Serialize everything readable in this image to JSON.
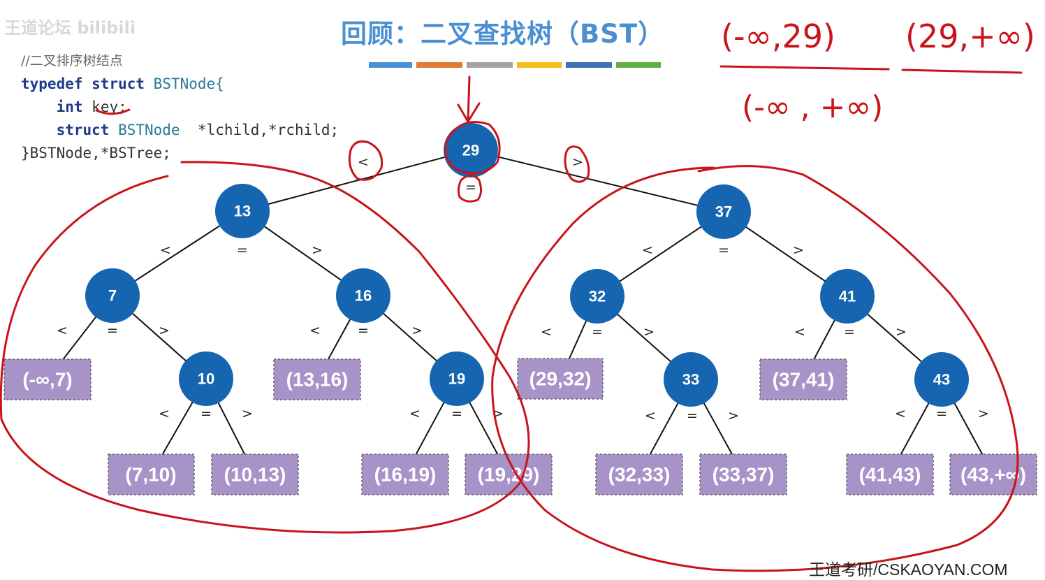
{
  "watermark": "王道论坛 bilibili",
  "title": "回顾：二叉查找树（BST）",
  "color_bars": [
    "#4a90d9",
    "#e07b2f",
    "#a3a3a3",
    "#f2be1a",
    "#3f6fb5",
    "#5fae45"
  ],
  "code": {
    "comment": "//二叉排序树结点",
    "line1_kw": "typedef struct",
    "line1_type": "BSTNode{",
    "line2_kw": "int",
    "line2_rest": "key;",
    "line3_kw": "struct",
    "line3_type": "BSTNode",
    "line3_rest": "*lchild,*rchild;",
    "line4": "}BSTNode,*BSTree;"
  },
  "tree": {
    "nodes": [
      {
        "id": "n29",
        "key": "29"
      },
      {
        "id": "n13",
        "key": "13"
      },
      {
        "id": "n37",
        "key": "37"
      },
      {
        "id": "n7",
        "key": "7"
      },
      {
        "id": "n16",
        "key": "16"
      },
      {
        "id": "n32",
        "key": "32"
      },
      {
        "id": "n41",
        "key": "41"
      },
      {
        "id": "n10",
        "key": "10"
      },
      {
        "id": "n19",
        "key": "19"
      },
      {
        "id": "n33",
        "key": "33"
      },
      {
        "id": "n43",
        "key": "43"
      }
    ],
    "leaves": [
      {
        "id": "l1",
        "label": "(-∞,7)"
      },
      {
        "id": "l2",
        "label": "(13,16)"
      },
      {
        "id": "l3",
        "label": "(29,32)"
      },
      {
        "id": "l4",
        "label": "(37,41)"
      },
      {
        "id": "l5",
        "label": "(7,10)"
      },
      {
        "id": "l6",
        "label": "(10,13)"
      },
      {
        "id": "l7",
        "label": "(16,19)"
      },
      {
        "id": "l8",
        "label": "(19,29)"
      },
      {
        "id": "l9",
        "label": "(32,33)"
      },
      {
        "id": "l10",
        "label": "(33,37)"
      },
      {
        "id": "l11",
        "label": "(41,43)"
      },
      {
        "id": "l12",
        "label": "(43,+∞)"
      }
    ],
    "edge_labels": {
      "less": "<",
      "equal": "=",
      "greater": ">"
    }
  },
  "annotations": {
    "left_range": "(-∞,29)",
    "right_range": "(29,+∞)",
    "full_range": "(-∞ , +∞)"
  },
  "footer": "王道考研/CSKAOYAN.COM"
}
